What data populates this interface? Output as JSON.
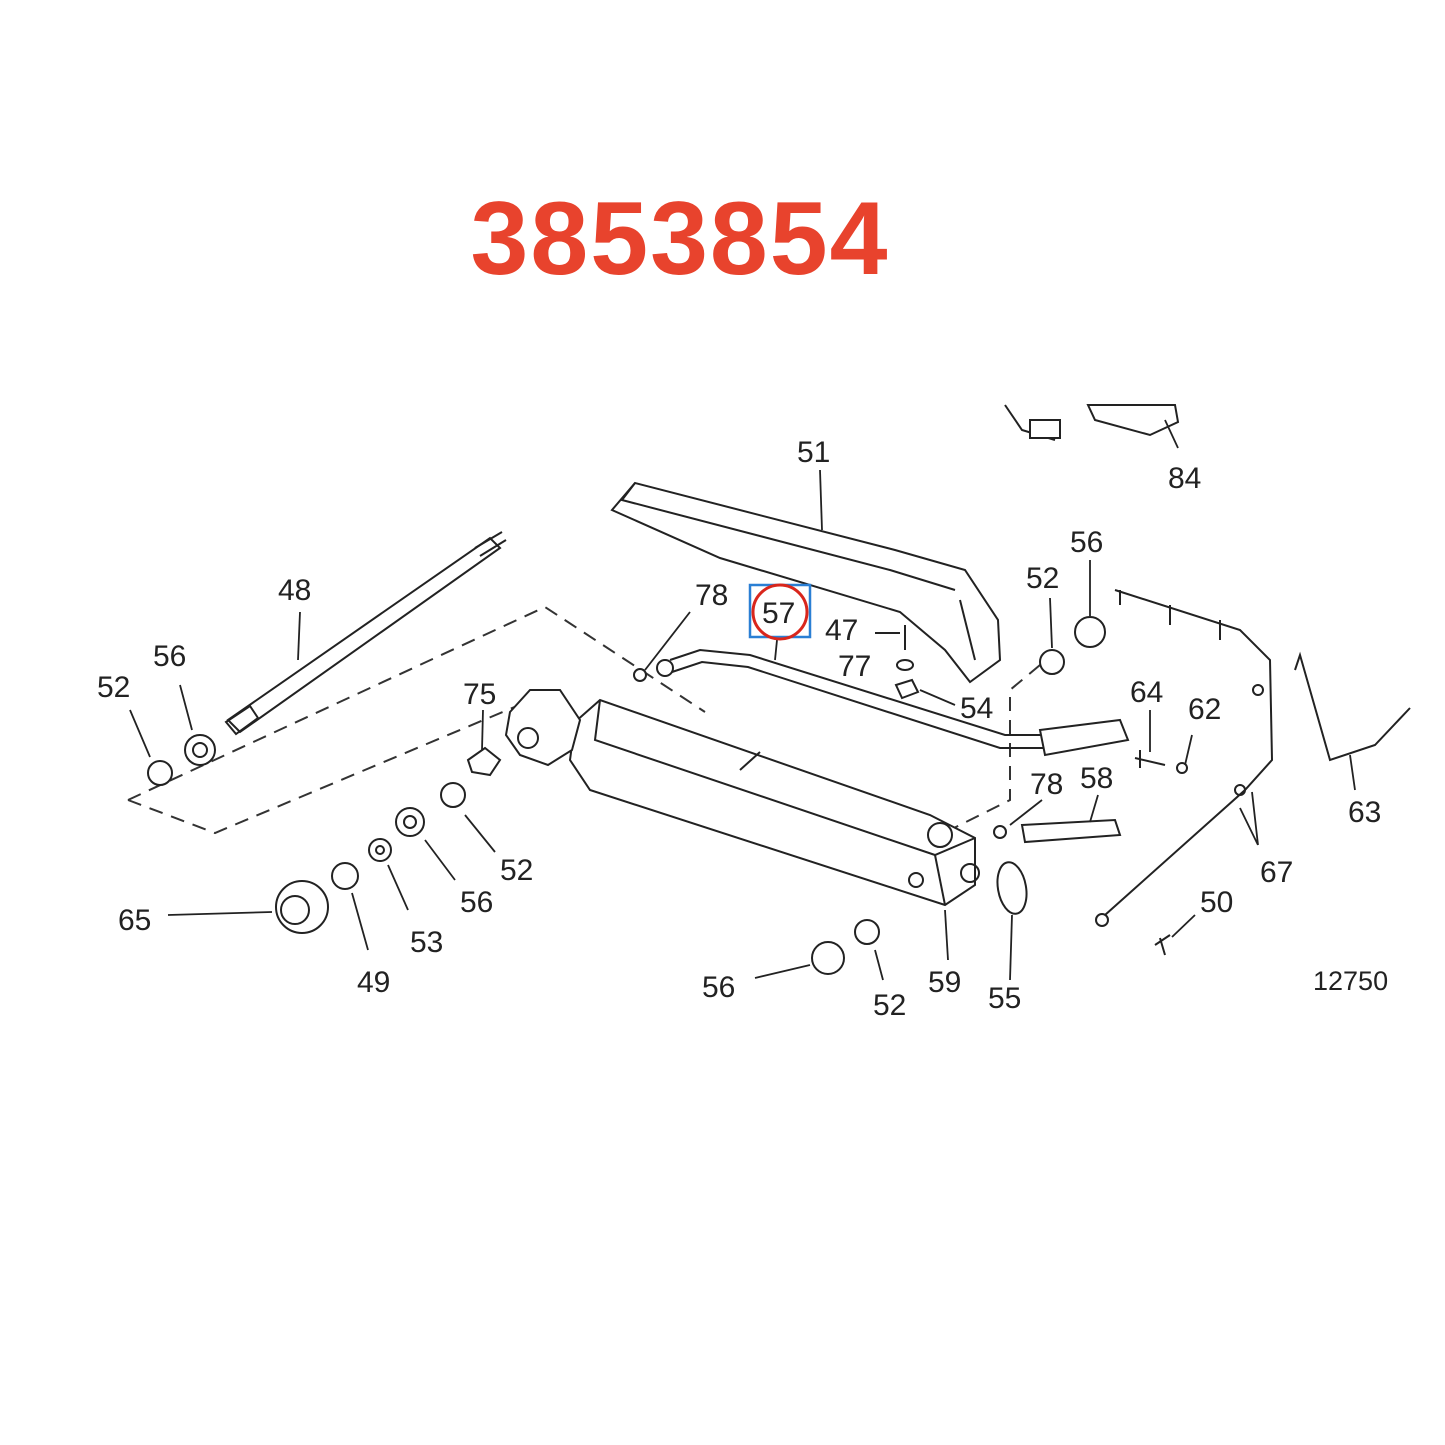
{
  "part_number": "3853854",
  "figure_number": "12750",
  "highlighted_callout": "57",
  "callouts": {
    "c51": "51",
    "c84": "84",
    "c56a": "56",
    "c52a": "52",
    "c48": "48",
    "c56b": "56",
    "c52b": "52",
    "c78a": "78",
    "c57": "57",
    "c47": "47",
    "c77": "77",
    "c54": "54",
    "c75": "75",
    "c64": "64",
    "c62": "62",
    "c63": "63",
    "c78b": "78",
    "c58": "58",
    "c52c": "52",
    "c56c": "56",
    "c65": "65",
    "c49": "49",
    "c53": "53",
    "c67": "67",
    "c50": "50",
    "c56d": "56",
    "c52d": "52",
    "c59": "59",
    "c55": "55"
  },
  "colors": {
    "title": "#e8432d",
    "highlight_circle": "#d9261c",
    "highlight_box": "#2a7fd4",
    "line": "#222222"
  }
}
